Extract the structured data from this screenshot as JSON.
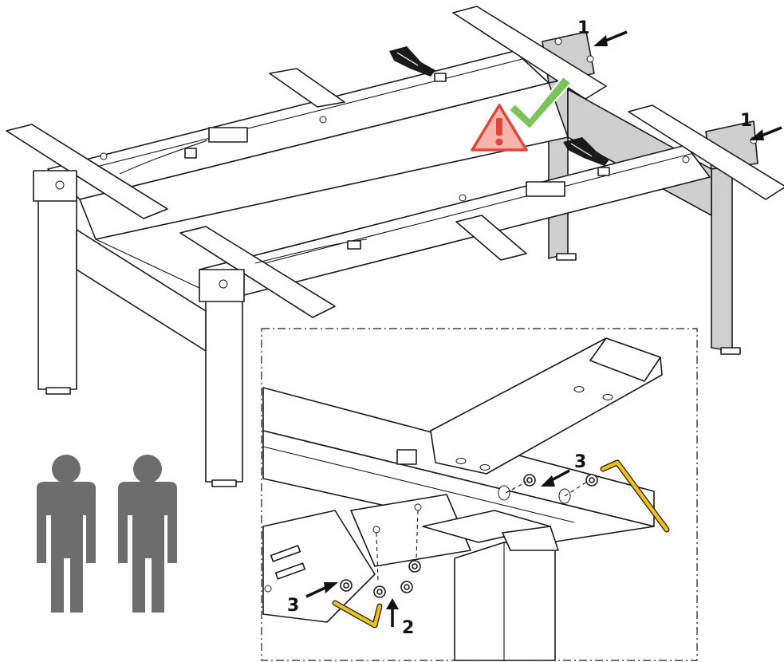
{
  "labels": {
    "callout_1_top": "1",
    "callout_1_right": "1",
    "callout_2": "2",
    "callout_3_right": "3",
    "callout_3_left": "3"
  },
  "colors": {
    "warning": "#e0463a",
    "check": "#7dc25a",
    "person": "#6d6d6d",
    "allen_key": "#f2c01a",
    "highlight_part": "#cfcfcf"
  },
  "icons": [
    "warning-icon",
    "checkmark-icon",
    "person-icon",
    "allen-key-icon",
    "hand-icon",
    "arrow-icon"
  ],
  "people_count": 2
}
